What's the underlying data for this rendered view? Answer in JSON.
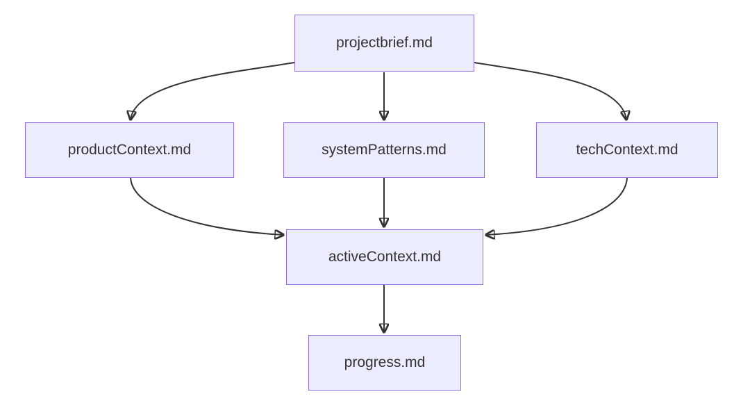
{
  "diagram": {
    "type": "flowchart",
    "direction": "top-down",
    "nodes": [
      {
        "id": "projectbrief",
        "label": "projectbrief.md"
      },
      {
        "id": "productContext",
        "label": "productContext.md"
      },
      {
        "id": "systemPatterns",
        "label": "systemPatterns.md"
      },
      {
        "id": "techContext",
        "label": "techContext.md"
      },
      {
        "id": "activeContext",
        "label": "activeContext.md"
      },
      {
        "id": "progress",
        "label": "progress.md"
      }
    ],
    "edges": [
      {
        "from": "projectbrief",
        "to": "productContext"
      },
      {
        "from": "projectbrief",
        "to": "systemPatterns"
      },
      {
        "from": "projectbrief",
        "to": "techContext"
      },
      {
        "from": "productContext",
        "to": "activeContext"
      },
      {
        "from": "systemPatterns",
        "to": "activeContext"
      },
      {
        "from": "techContext",
        "to": "activeContext"
      },
      {
        "from": "activeContext",
        "to": "progress"
      }
    ],
    "colors": {
      "node_fill": "#ECECFF",
      "node_border": "#9370DB",
      "edge": "#333333",
      "text": "#333333",
      "background": "#FFFFFF"
    }
  }
}
